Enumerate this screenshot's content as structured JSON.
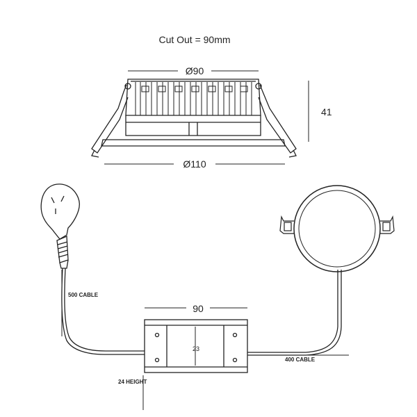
{
  "labels": {
    "cut_out": "Cut Out = 90mm",
    "inner_diameter": "Ø90",
    "outer_diameter": "Ø110",
    "height": "41",
    "driver_length": "90",
    "driver_width": "23",
    "cable_500": "500 CABLE",
    "cable_400": "400 CABLE",
    "driver_height": "24 HEIGHT"
  },
  "colors": {
    "line": "#222222",
    "background": "#ffffff"
  }
}
